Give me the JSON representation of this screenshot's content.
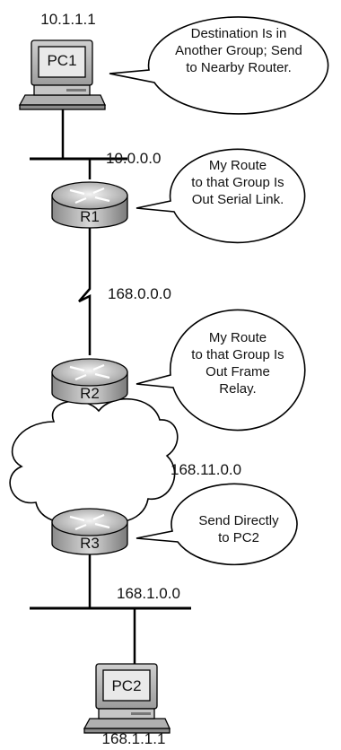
{
  "devices": {
    "pc1": {
      "label": "PC1",
      "address": "10.1.1.1"
    },
    "r1": {
      "label": "R1"
    },
    "r2": {
      "label": "R2"
    },
    "r3": {
      "label": "R3"
    },
    "pc2": {
      "label": "PC2",
      "address": "168.1.1.1"
    }
  },
  "networks": {
    "lan1": "10.0.0.0",
    "serial": "168.0.0.0",
    "frame_relay": "168.11.0.0",
    "lan2": "168.1.0.0"
  },
  "bubbles": {
    "pc1": [
      "Destination Is in",
      "Another Group; Send",
      "to Nearby Router."
    ],
    "r1": [
      "My Route",
      "to that Group Is",
      "Out Serial Link."
    ],
    "r2": [
      "My Route",
      "to that Group Is",
      "Out Frame",
      "Relay."
    ],
    "r3": [
      "Send Directly",
      "to PC2"
    ]
  },
  "icons": [
    "pc-icon",
    "router-icon",
    "cloud-icon",
    "serial-link-icon"
  ]
}
